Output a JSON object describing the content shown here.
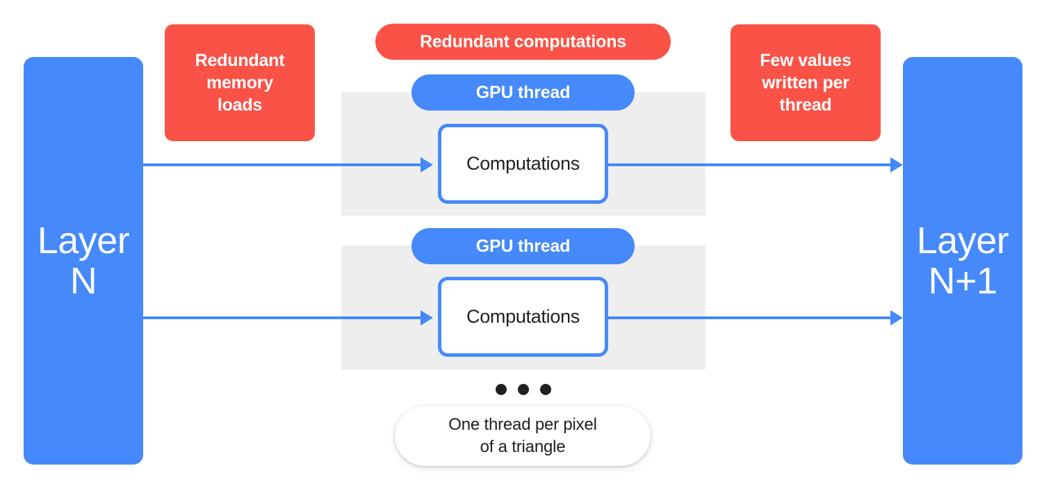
{
  "diagram": {
    "title": "GPU thread redundancy diagram",
    "colors": {
      "blue": "#4589fa",
      "red": "#fa5246",
      "band_gray": "#eeeeee",
      "text_dark": "#202124",
      "white": "#ffffff"
    },
    "layers": {
      "left": "Layer\nN",
      "right": "Layer\nN+1"
    },
    "callouts": {
      "memory_loads": "Redundant\nmemory\nloads",
      "redundant_computations": "Redundant computations",
      "few_values": "Few values\nwritten per\nthread"
    },
    "threads": [
      {
        "pill_label": "GPU thread",
        "box_label": "Computations"
      },
      {
        "pill_label": "GPU thread",
        "box_label": "Computations"
      }
    ],
    "ellipsis": {
      "dot_count": 3,
      "meaning": "more-threads-ellipsis"
    },
    "note": "One thread per pixel\nof a triangle"
  }
}
